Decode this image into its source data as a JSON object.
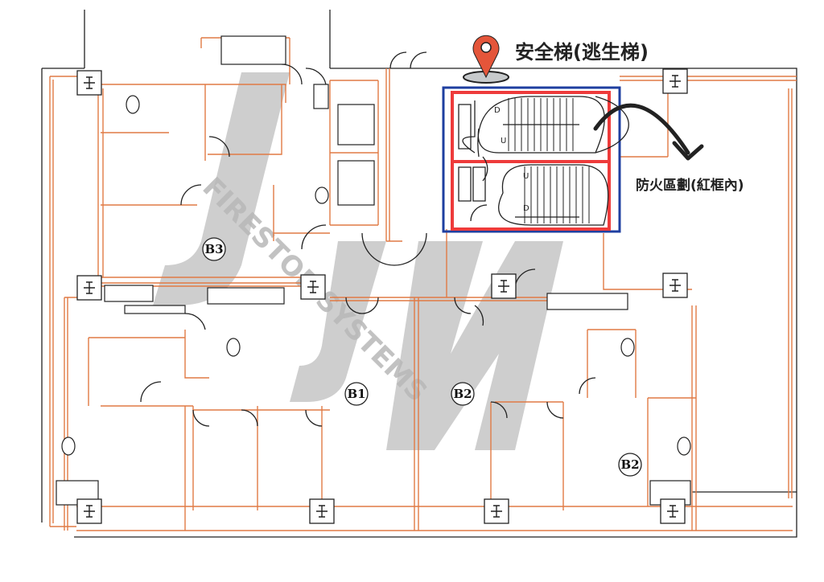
{
  "labels": {
    "stair_title": "安全梯(逃生梯)",
    "fire_compartment": "防火區劃(紅框內)",
    "watermark": "FIRESTOP SYSTEMS"
  },
  "rooms": [
    "B3",
    "B1",
    "B2",
    "B2"
  ],
  "stair_marks": {
    "down": "D",
    "up": "U"
  },
  "colors": {
    "wall": "#e07a45",
    "compartment_red": "#ee3b3b",
    "outline_blue": "#1f3fa0",
    "pin": "#e4553a"
  },
  "icons": [
    "location-pin-icon",
    "curved-arrow-icon",
    "column-cross-icon"
  ]
}
